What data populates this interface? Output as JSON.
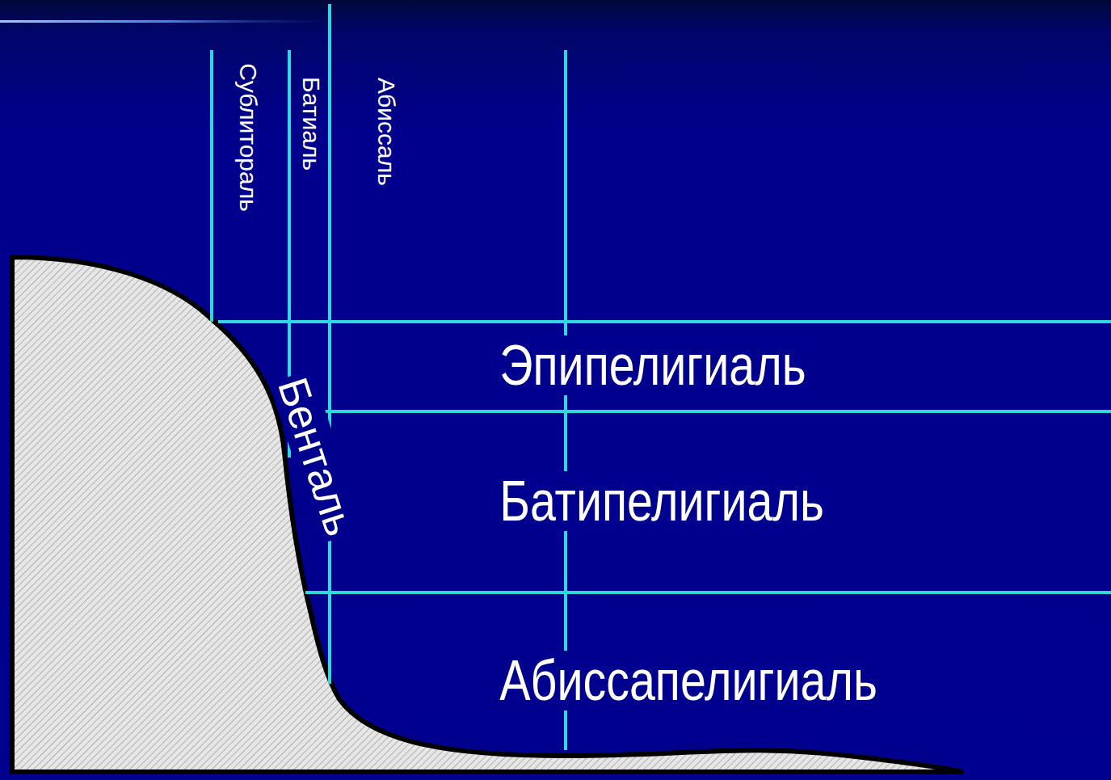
{
  "diagram": {
    "labels": [
      "Сублитораль",
      "Батиаль",
      "Абиссаль",
      "Бенталь",
      "Эпипелигиаль",
      "Батипелигиаль",
      "Абиссапелигиаль"
    ]
  }
}
